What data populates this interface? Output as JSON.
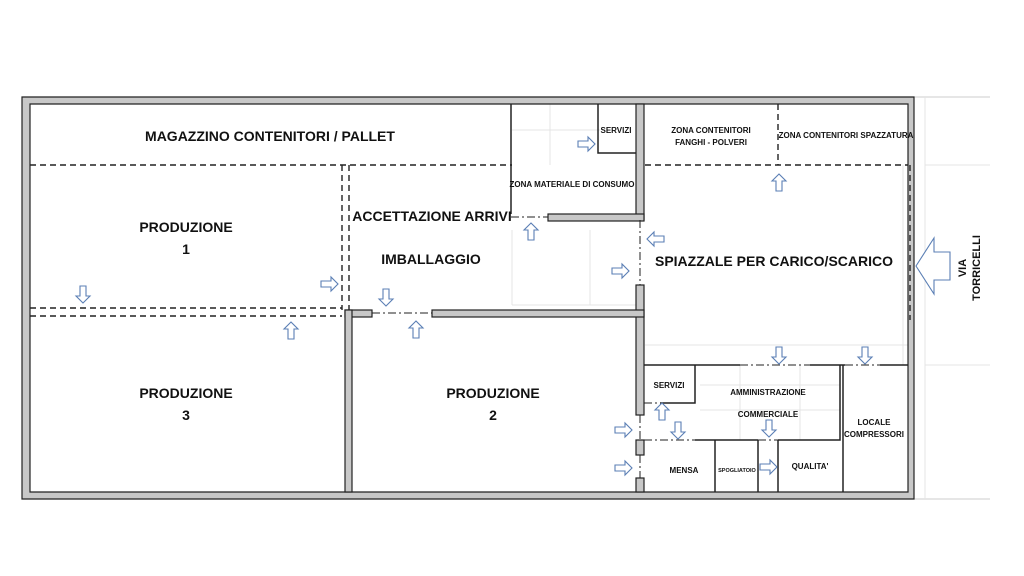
{
  "plan": {
    "rooms": {
      "magazzino": "MAGAZZINO CONTENITORI / PALLET",
      "produzione1_name": "PRODUZIONE",
      "produzione1_num": "1",
      "produzione2_name": "PRODUZIONE",
      "produzione2_num": "2",
      "produzione3_name": "PRODUZIONE",
      "produzione3_num": "3",
      "accettazione": "ACCETTAZIONE ARRIVI",
      "imballaggio": "IMBALLAGGIO",
      "servizi_top": "SERVIZI",
      "zona_materiale": "ZONA MATERIALE DI CONSUMO",
      "zona_fanghi_1": "ZONA CONTENITORI",
      "zona_fanghi_2": "FANGHI - POLVERI",
      "zona_spazzatura": "ZONA CONTENITORI SPAZZATURA",
      "spiazzale": "SPIAZZALE PER CARICO/SCARICO",
      "servizi_bottom": "SERVIZI",
      "amministrazione": "AMMINISTRAZIONE",
      "commerciale": "COMMERCIALE",
      "locale_1": "LOCALE",
      "locale_2": "COMPRESSORI",
      "mensa": "MENSA",
      "spogliatoio": "SPOGLIATOIO",
      "qualita": "QUALITA'"
    },
    "street_1": "VIA",
    "street_2": "TORRICELLI",
    "colors": {
      "arrow": "#5b7fb5",
      "wall": "#c8c8c8"
    }
  }
}
